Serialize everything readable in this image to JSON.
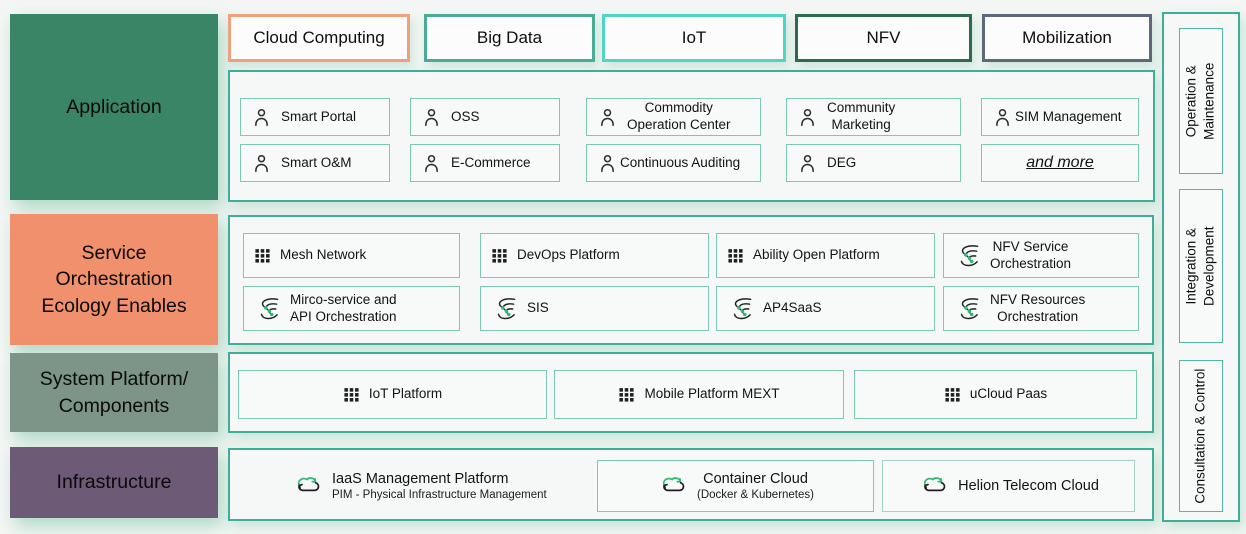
{
  "left_column": {
    "items": [
      {
        "label": "Application",
        "color": "#3a8565"
      },
      {
        "label": "Service\nOrchestration\nEcology Enables",
        "color": "#f0906c"
      },
      {
        "label": "System Platform/\nComponents",
        "color": "#7d9588"
      },
      {
        "label": "Infrastructure",
        "color": "#6c5a76"
      }
    ]
  },
  "top_categories": {
    "items": [
      {
        "label": "Cloud Computing",
        "border_color": "#efa07c"
      },
      {
        "label": "Big Data",
        "border_color": "#4aab96"
      },
      {
        "label": "IoT",
        "border_color": "#50d5c4"
      },
      {
        "label": "NFV",
        "border_color": "#2d6a4e"
      },
      {
        "label": "Mobilization",
        "border_color": "#5a6a7c"
      }
    ]
  },
  "application": {
    "items": [
      {
        "label": "Smart Portal",
        "icon": "person"
      },
      {
        "label": "OSS",
        "icon": "person"
      },
      {
        "label": "Commodity\nOperation Center",
        "icon": "person"
      },
      {
        "label": "Community\nMarketing",
        "icon": "person"
      },
      {
        "label": "SIM Management",
        "icon": "person"
      },
      {
        "label": "Smart O&M",
        "icon": "person"
      },
      {
        "label": "E-Commerce",
        "icon": "person"
      },
      {
        "label": "Continuous Auditing",
        "icon": "person"
      },
      {
        "label": "DEG",
        "icon": "person"
      },
      {
        "label": "and more",
        "icon": "none"
      }
    ]
  },
  "service_orchestration": {
    "items": [
      {
        "label": "Mesh Network",
        "icon": "grid"
      },
      {
        "label": "DevOps Platform",
        "icon": "grid"
      },
      {
        "label": "Ability Open Platform",
        "icon": "grid"
      },
      {
        "label": "NFV Service\nOrchestration",
        "icon": "orchestration"
      },
      {
        "label": "Mirco-service and\nAPI Orchestration",
        "icon": "orchestration"
      },
      {
        "label": "SIS",
        "icon": "orchestration"
      },
      {
        "label": "AP4SaaS",
        "icon": "orchestration"
      },
      {
        "label": "NFV Resources\nOrchestration",
        "icon": "orchestration"
      }
    ]
  },
  "system_platform": {
    "items": [
      {
        "label": "IoT Platform",
        "icon": "grid"
      },
      {
        "label": "Mobile Platform MEXT",
        "icon": "grid"
      },
      {
        "label": "uCloud Paas",
        "icon": "grid"
      }
    ]
  },
  "infrastructure": {
    "items": [
      {
        "title": "IaaS Management Platform",
        "subtitle": "PIM - Physical Infrastructure Management",
        "icon": "cloud-sync"
      },
      {
        "title": "Container Cloud",
        "subtitle": "(Docker & Kubernetes)",
        "icon": "cloud-sync"
      },
      {
        "title": "Helion Telecom Cloud",
        "subtitle": "",
        "icon": "cloud-sync"
      }
    ]
  },
  "right_column": {
    "items": [
      {
        "label": "Operation &\nMaintenance"
      },
      {
        "label": "Integration &\nDevelopment"
      },
      {
        "label": "Consultation & Control"
      }
    ]
  },
  "colors": {
    "background": "#f3f6f4",
    "container_border_teal": "#3fae98",
    "item_border_teal": "#7cc9b5",
    "icon_green": "#2eb872",
    "glow_green": "#78c3a2",
    "application_bg": "#3a8565",
    "service_orchestration_bg": "#f0906c",
    "system_platform_bg": "#7d9588",
    "infrastructure_bg": "#6c5a76",
    "cloud_computing_border": "#efa07c",
    "big_data_border": "#4aab96",
    "iot_border": "#50d5c4",
    "nfv_border": "#2d6a4e",
    "mobilization_border": "#5a6a7c"
  }
}
